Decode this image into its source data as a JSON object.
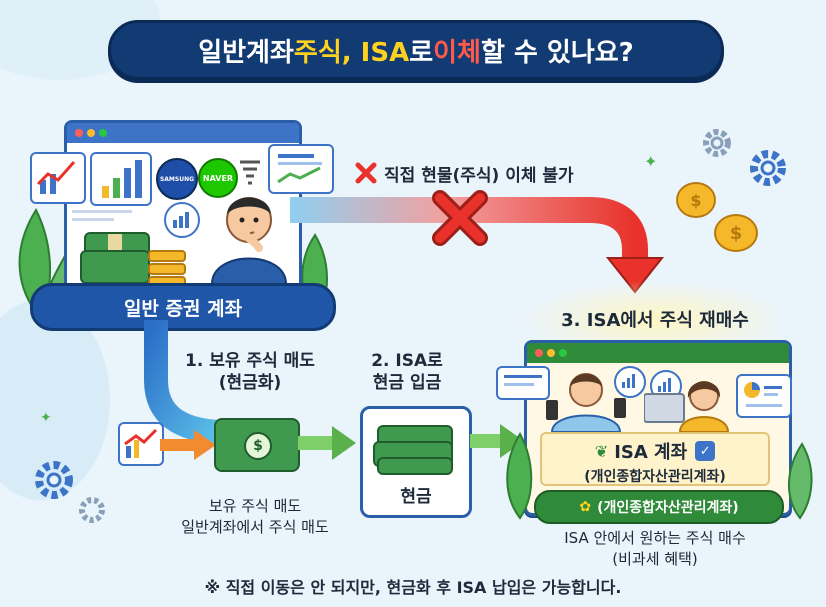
{
  "title": {
    "part1": "일반계좌 ",
    "part2": "주식, ISA",
    "part3": "로 ",
    "part4": "이체",
    "part5": "할 수 있나요?"
  },
  "general_account": {
    "label": "일반 증권 계좌",
    "logo_samsung": "SAMSUNG",
    "logo_naver": "NAVER"
  },
  "no_transfer": {
    "label": "직접 현물(주식) 이체 불가"
  },
  "step1": {
    "title_line1": "1. 보유 주식 매도",
    "title_line2": "(현금화)",
    "caption_line1": "보유 주식 매도",
    "caption_line2": "일반계좌에서 주식 매도"
  },
  "step2": {
    "title_line1": "2. ISA로",
    "title_line2": "현금 입금",
    "cash_label": "현금"
  },
  "step3": {
    "title": "3. ISA에서 주식 재매수",
    "isa_title": "ISA 계좌",
    "isa_subtitle": "(개인종합자산관리계좌)",
    "isa_pill": "(개인종합자산관리계좌)",
    "caption_line1": "ISA 안에서 원하는 주식 매수",
    "caption_line2": "(비과세 혜택)"
  },
  "footer_note": "※ 직접 이동은 안 되지만, 현금화 후 ISA 납입은 가능합니다.",
  "colors": {
    "navy": "#123a73",
    "accent_yellow": "#ffd21f",
    "accent_red": "#e8322b",
    "money_green": "#3f9a4f",
    "isa_green": "#2f8a3a"
  }
}
